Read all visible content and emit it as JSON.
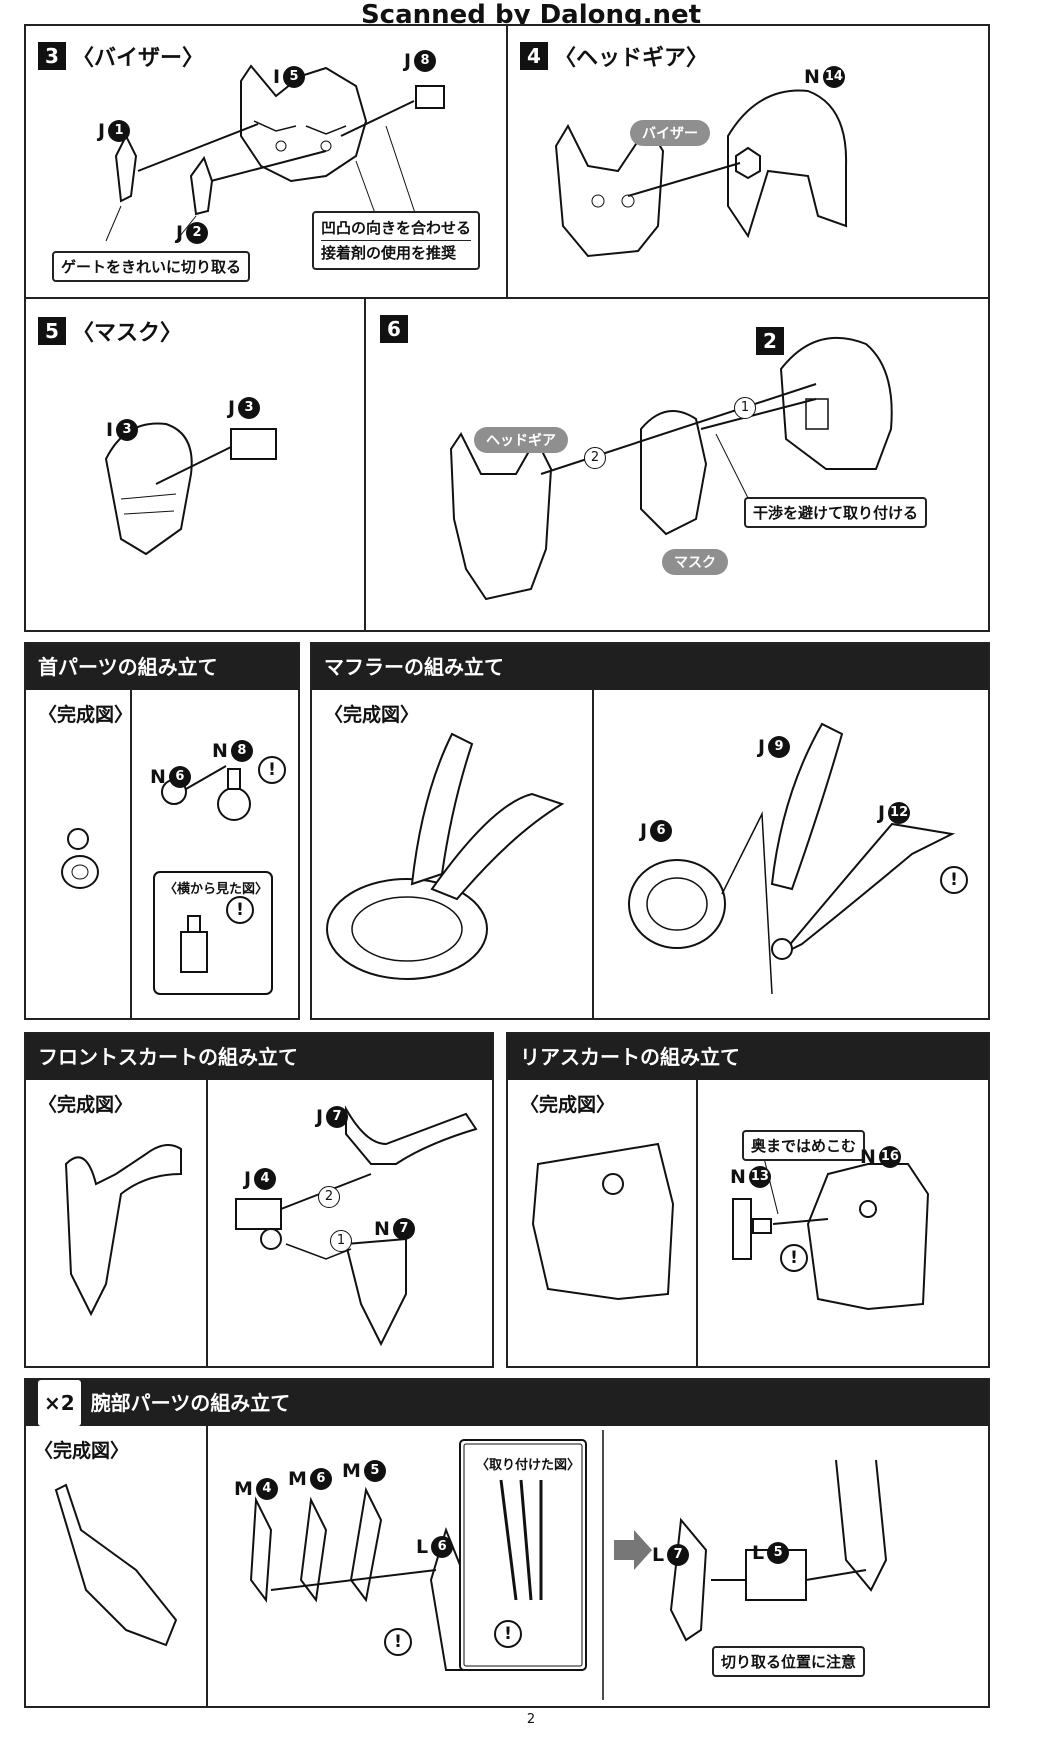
{
  "watermark": "Scanned by Dalong.net",
  "page_number": "2",
  "step3": {
    "number": "3",
    "title": "〈バイザー〉",
    "labels": {
      "i5": {
        "letter": "I",
        "num": "5"
      },
      "j8": {
        "letter": "J",
        "num": "8"
      },
      "j1": {
        "letter": "J",
        "num": "1"
      },
      "j2": {
        "letter": "J",
        "num": "2"
      }
    },
    "note_gate": "ゲートをきれいに切り取る",
    "note_align": "凹凸の向きを合わせる",
    "note_glue": "接着剤の使用を推奨"
  },
  "step4": {
    "number": "4",
    "title": "〈ヘッドギア〉",
    "pill": "バイザー",
    "n14": {
      "letter": "N",
      "num": "14"
    }
  },
  "step5": {
    "number": "5",
    "title": "〈マスク〉",
    "i3": {
      "letter": "I",
      "num": "3"
    },
    "j3": {
      "letter": "J",
      "num": "3"
    }
  },
  "step6": {
    "number": "6",
    "sub": "2",
    "pill_headgear": "ヘッドギア",
    "pill_mask": "マスク",
    "order1": "1",
    "order2": "2",
    "note": "干渉を避けて取り付ける"
  },
  "neck": {
    "header": "首パーツの組み立て",
    "done": "〈完成図〉",
    "n8": {
      "letter": "N",
      "num": "8"
    },
    "n6": {
      "letter": "N",
      "num": "6"
    },
    "side_view": "〈横から見た図〉",
    "warn": "!"
  },
  "muffler": {
    "header": "マフラーの組み立て",
    "done": "〈完成図〉",
    "j9": {
      "letter": "J",
      "num": "9"
    },
    "j6": {
      "letter": "J",
      "num": "6"
    },
    "j12": {
      "letter": "J",
      "num": "12"
    }
  },
  "front_skirt": {
    "header": "フロントスカートの組み立て",
    "done": "〈完成図〉",
    "j7": {
      "letter": "J",
      "num": "7"
    },
    "j4": {
      "letter": "J",
      "num": "4"
    },
    "n7": {
      "letter": "N",
      "num": "7"
    },
    "order1": "1",
    "order2": "2"
  },
  "rear_skirt": {
    "header": "リアスカートの組み立て",
    "done": "〈完成図〉",
    "note": "奥まではめこむ",
    "n13": {
      "letter": "N",
      "num": "13"
    },
    "n16": {
      "letter": "N",
      "num": "16"
    }
  },
  "arm": {
    "multiplier": "×2",
    "header": "腕部パーツの組み立て",
    "done": "〈完成図〉",
    "m4": {
      "letter": "M",
      "num": "4"
    },
    "m6": {
      "letter": "M",
      "num": "6"
    },
    "m5": {
      "letter": "M",
      "num": "5"
    },
    "l6": {
      "letter": "L",
      "num": "6"
    },
    "l7": {
      "letter": "L",
      "num": "7"
    },
    "l5": {
      "letter": "L",
      "num": "5"
    },
    "attached_view": "〈取り付けた図〉",
    "note_cut": "切り取る位置に注意"
  }
}
